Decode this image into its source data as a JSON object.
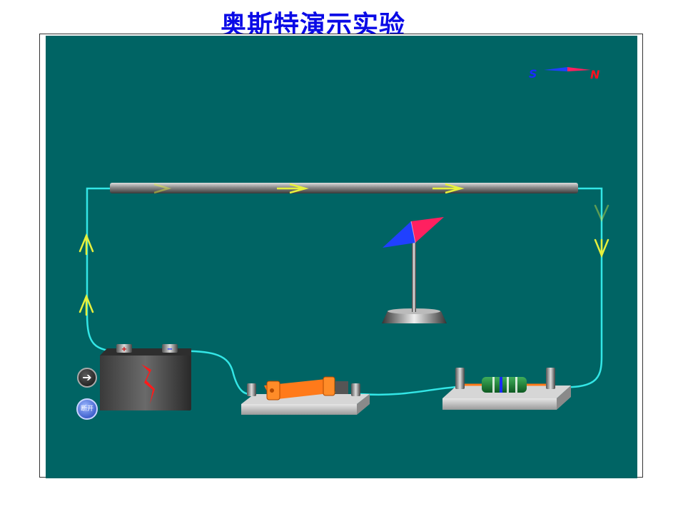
{
  "title": "奥斯特演示实验",
  "compass": {
    "south_label": "S",
    "north_label": "N"
  },
  "battery": {
    "positive_label": "+",
    "negative_label": "−"
  },
  "controls": {
    "next_icon": "play-arrow-icon",
    "next_glyph": "➔",
    "disconnect_label": "断开"
  },
  "colors": {
    "board": "#006464",
    "wire": "#33e6e6",
    "current_arrow": "#e6f03c",
    "needle_north": "#ff2060",
    "needle_south": "#2040ff",
    "title": "#0a0ae6"
  }
}
